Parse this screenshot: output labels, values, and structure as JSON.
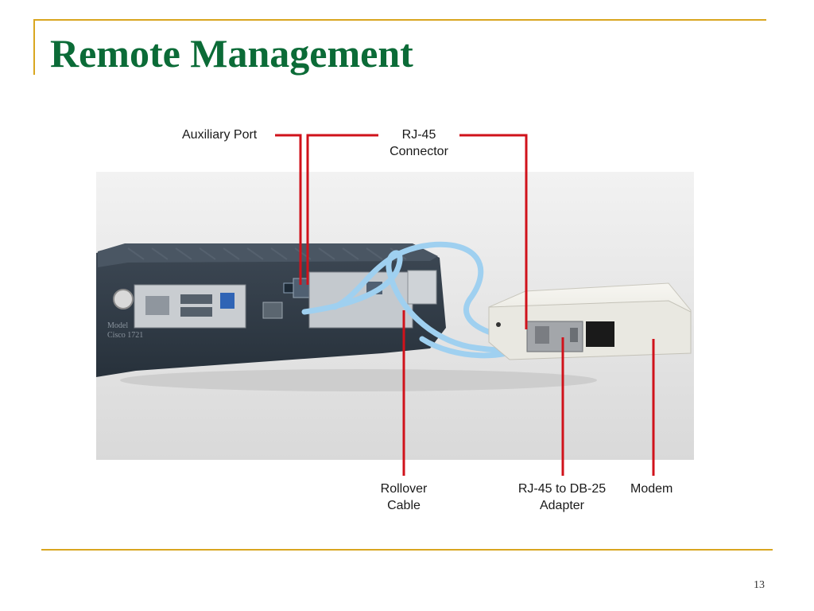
{
  "slide": {
    "title": "Remote Management",
    "page_number": "13"
  },
  "figure": {
    "callouts": {
      "auxiliary_port": "Auxiliary Port",
      "rj45_line1": "RJ-45",
      "rj45_line2": "Connector",
      "rollover_line1": "Rollover",
      "rollover_line2": "Cable",
      "adapter_line1": "RJ-45 to DB-25",
      "adapter_line2": "Adapter",
      "modem": "Modem",
      "router_model_line1": "Model",
      "router_model_line2": "Cisco 1721"
    }
  },
  "colors": {
    "title": "#0b6b37",
    "accent_rule": "#d9a620",
    "leader_line": "#d0121b",
    "cable": "#9fd0f0",
    "router_body": "#2e3944",
    "modem_body": "#ecebe4"
  }
}
